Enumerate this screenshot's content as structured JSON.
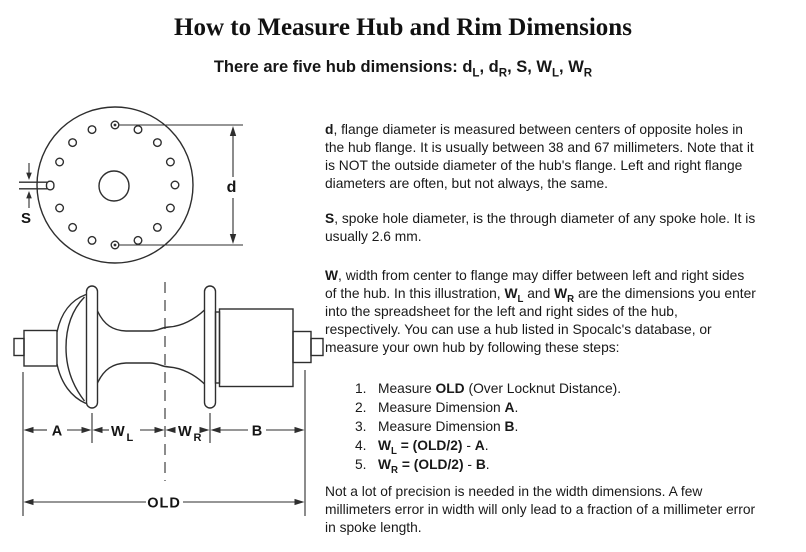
{
  "page": {
    "title": "How to Measure Hub and Rim Dimensions",
    "subtitle_segments": [
      {
        "t": "There are five hub dimensions: d"
      },
      {
        "t": "L",
        "sub": true
      },
      {
        "t": ", d"
      },
      {
        "t": "R",
        "sub": true
      },
      {
        "t": ", S, W"
      },
      {
        "t": "L",
        "sub": true
      },
      {
        "t": ", W"
      },
      {
        "t": "R",
        "sub": true
      }
    ]
  },
  "diagram_flange": {
    "label_d": "d",
    "label_s": "S"
  },
  "diagram_hub": {
    "label_a": "A",
    "label_w": "W",
    "label_wl_sub": "L",
    "label_wr_sub": "R",
    "label_b": "B",
    "label_old": "OLD"
  },
  "content": {
    "para_d": {
      "segments": [
        {
          "t": "d",
          "b": true
        },
        {
          "t": ", flange diameter is measured between centers of opposite holes in\nthe hub flange. It is usually between 38 and 67 millimeters. Note that it\nis NOT the outside diameter of the hub's flange. Left and right flange\ndiameters are often, but not always, the same."
        }
      ]
    },
    "para_s": {
      "segments": [
        {
          "t": "S",
          "b": true
        },
        {
          "t": ", spoke hole diameter, is the through diameter of any spoke hole. It is\nusually 2.6 mm."
        }
      ]
    },
    "para_w": {
      "segments": [
        {
          "t": "W",
          "b": true
        },
        {
          "t": ", width from center to flange may differ between left and right sides\nof the hub. In this illustration, "
        },
        {
          "t": "W",
          "b": true
        },
        {
          "t": "L",
          "b": true,
          "sub": true
        },
        {
          "t": " and "
        },
        {
          "t": "W",
          "b": true
        },
        {
          "t": "R",
          "b": true,
          "sub": true
        },
        {
          "t": " are the dimensions you enter\ninto the spreadsheet for the left and right sides of the hub,\nrespectively. You can use a hub listed in Spocalc's database, or\nmeasure your own hub by following these steps:"
        }
      ]
    },
    "steps": [
      {
        "number": "1.",
        "segments": [
          {
            "t": "Measure "
          },
          {
            "t": "OLD",
            "b": true
          },
          {
            "t": " (Over Locknut Distance)."
          }
        ]
      },
      {
        "number": "2.",
        "segments": [
          {
            "t": "Measure Dimension "
          },
          {
            "t": "A",
            "b": true
          },
          {
            "t": "."
          }
        ]
      },
      {
        "number": "3.",
        "segments": [
          {
            "t": "Measure Dimension "
          },
          {
            "t": "B",
            "b": true
          },
          {
            "t": "."
          }
        ]
      },
      {
        "number": "4.",
        "segments": [
          {
            "t": "W",
            "b": true
          },
          {
            "t": "L",
            "b": true,
            "sub": true
          },
          {
            "t": " = (OLD/2)",
            "b": true
          },
          {
            "t": " - "
          },
          {
            "t": "A",
            "b": true
          },
          {
            "t": "."
          }
        ]
      },
      {
        "number": "5.",
        "segments": [
          {
            "t": "W",
            "b": true
          },
          {
            "t": "R",
            "b": true,
            "sub": true
          },
          {
            "t": " = (OLD/2)",
            "b": true
          },
          {
            "t": " - "
          },
          {
            "t": "B",
            "b": true
          },
          {
            "t": "."
          }
        ]
      }
    ],
    "para_precision": {
      "segments": [
        {
          "t": "Not a lot of precision is needed in the width dimensions. A few\nmillimeters error in width will only lead to a fraction of a millimeter error\nin spoke length."
        }
      ]
    }
  }
}
